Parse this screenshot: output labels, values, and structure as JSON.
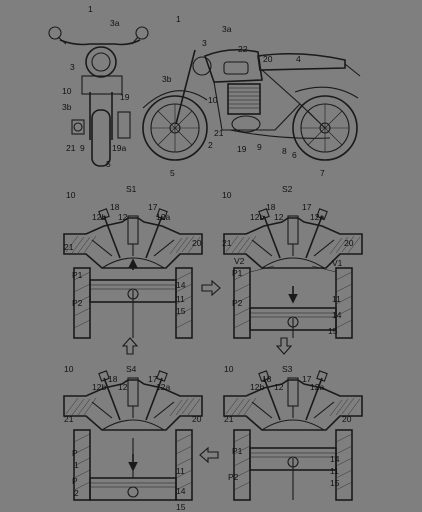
{
  "motorcycle_front": {
    "labels": [
      "1",
      "3a",
      "3",
      "10",
      "3b",
      "19",
      "21",
      "9",
      "19a",
      "5"
    ]
  },
  "motorcycle_side": {
    "labels": [
      "1",
      "3a",
      "3",
      "22",
      "20",
      "4",
      "3b",
      "10",
      "21",
      "2",
      "19",
      "9",
      "8",
      "6",
      "5",
      "7"
    ]
  },
  "stages": [
    {
      "id": "S1",
      "labels": [
        "10",
        "S1",
        "12b",
        "18",
        "12",
        "17",
        "12a",
        "21",
        "20",
        "P1",
        "14",
        "P2",
        "11",
        "15"
      ]
    },
    {
      "id": "S2",
      "labels": [
        "10",
        "S2",
        "12b",
        "18",
        "12",
        "17",
        "12a",
        "21",
        "20",
        "V2",
        "V1",
        "P1",
        "11",
        "P2",
        "14",
        "15"
      ]
    },
    {
      "id": "S3",
      "labels": [
        "10",
        "S3",
        "12b",
        "18",
        "12",
        "17",
        "12a",
        "21",
        "20",
        "P1",
        "14",
        "11",
        "P2",
        "15"
      ]
    },
    {
      "id": "S4",
      "labels": [
        "10",
        "S4",
        "12b",
        "18",
        "12",
        "17",
        "12a",
        "21",
        "20",
        "P",
        "1",
        "11",
        "P",
        "2",
        "14",
        "15"
      ]
    }
  ]
}
